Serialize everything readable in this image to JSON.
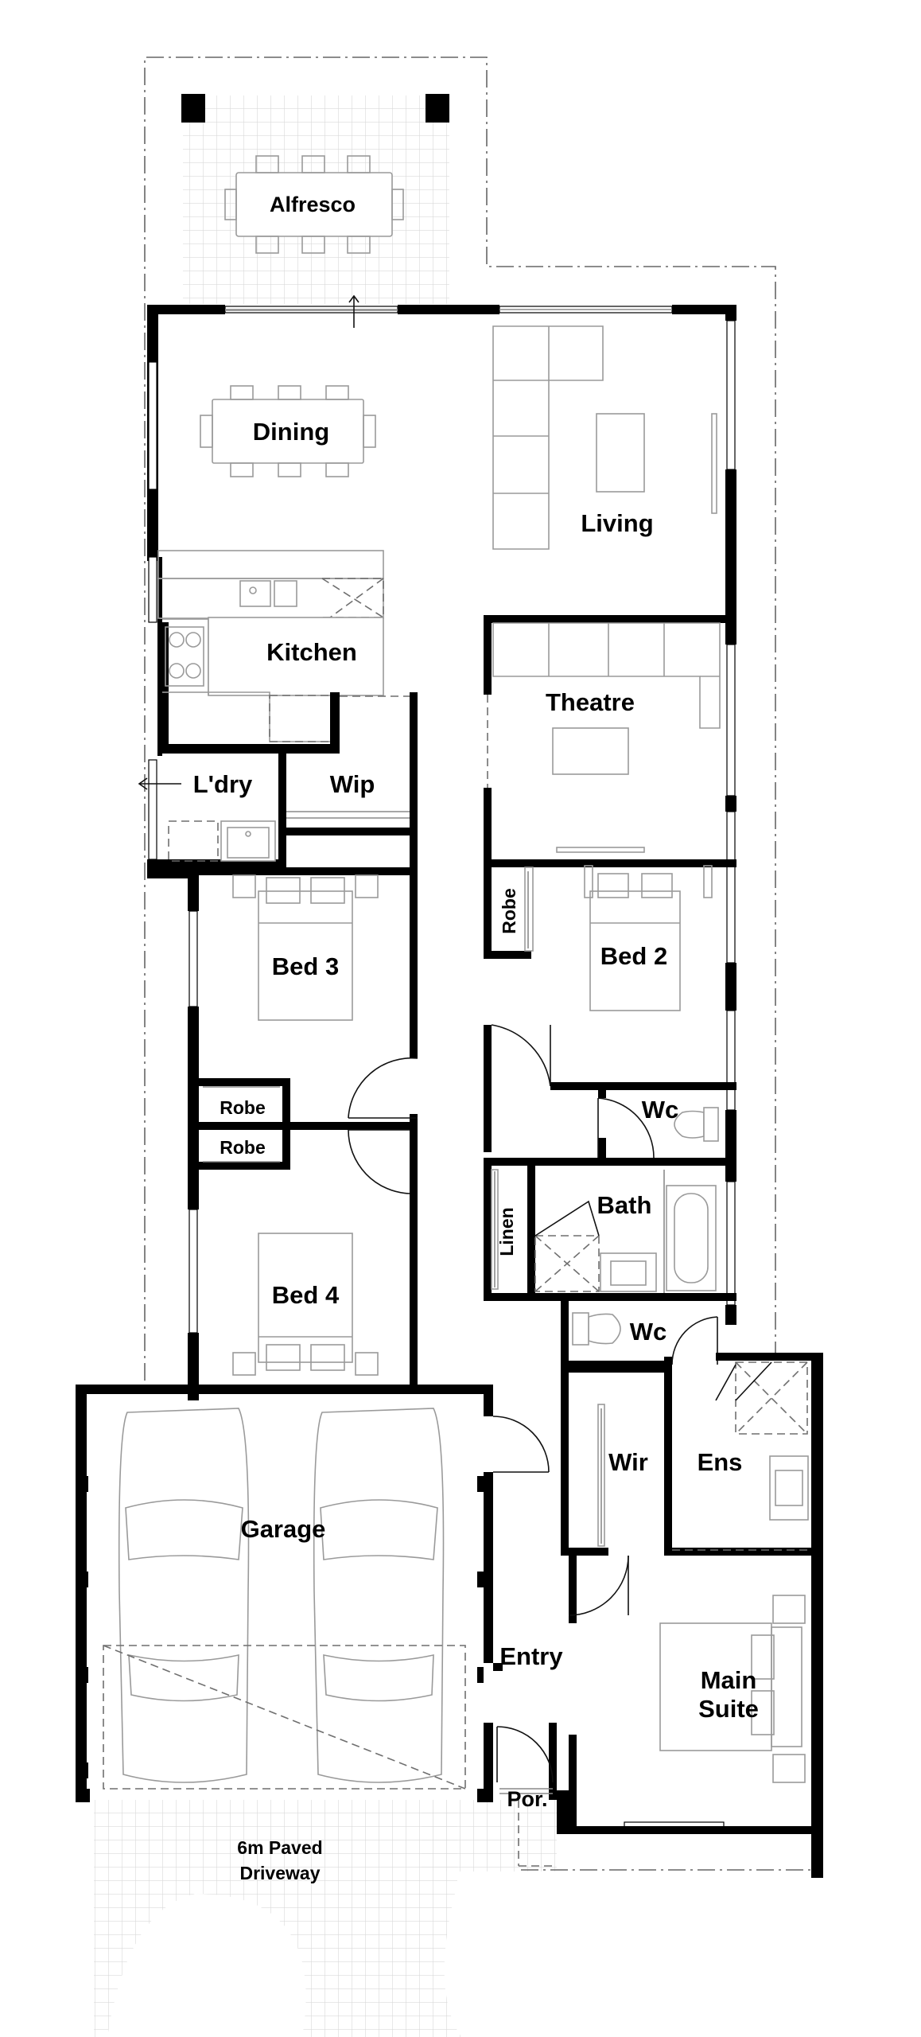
{
  "plan": {
    "rooms": {
      "alfresco": "Alfresco",
      "dining": "Dining",
      "living": "Living",
      "kitchen": "Kitchen",
      "theatre": "Theatre",
      "laundry": "L'dry",
      "wip": "Wip",
      "robe_bed2": "Robe",
      "bed2": "Bed 2",
      "bed3": "Bed 3",
      "robe_bed3": "Robe",
      "robe_bed4": "Robe",
      "wc_upper": "Wc",
      "bath": "Bath",
      "linen": "Linen",
      "bed4": "Bed 4",
      "wc_lower": "Wc",
      "wir": "Wir",
      "ens": "Ens",
      "garage": "Garage",
      "entry": "Entry",
      "main_suite_line1": "Main",
      "main_suite_line2": "Suite",
      "porch": "Por.",
      "driveway_line1": "6m Paved",
      "driveway_line2": "Driveway"
    },
    "colors": {
      "wall": "#000000",
      "fixture": "#9a9a9a",
      "paving": "#d9d9d9"
    }
  }
}
